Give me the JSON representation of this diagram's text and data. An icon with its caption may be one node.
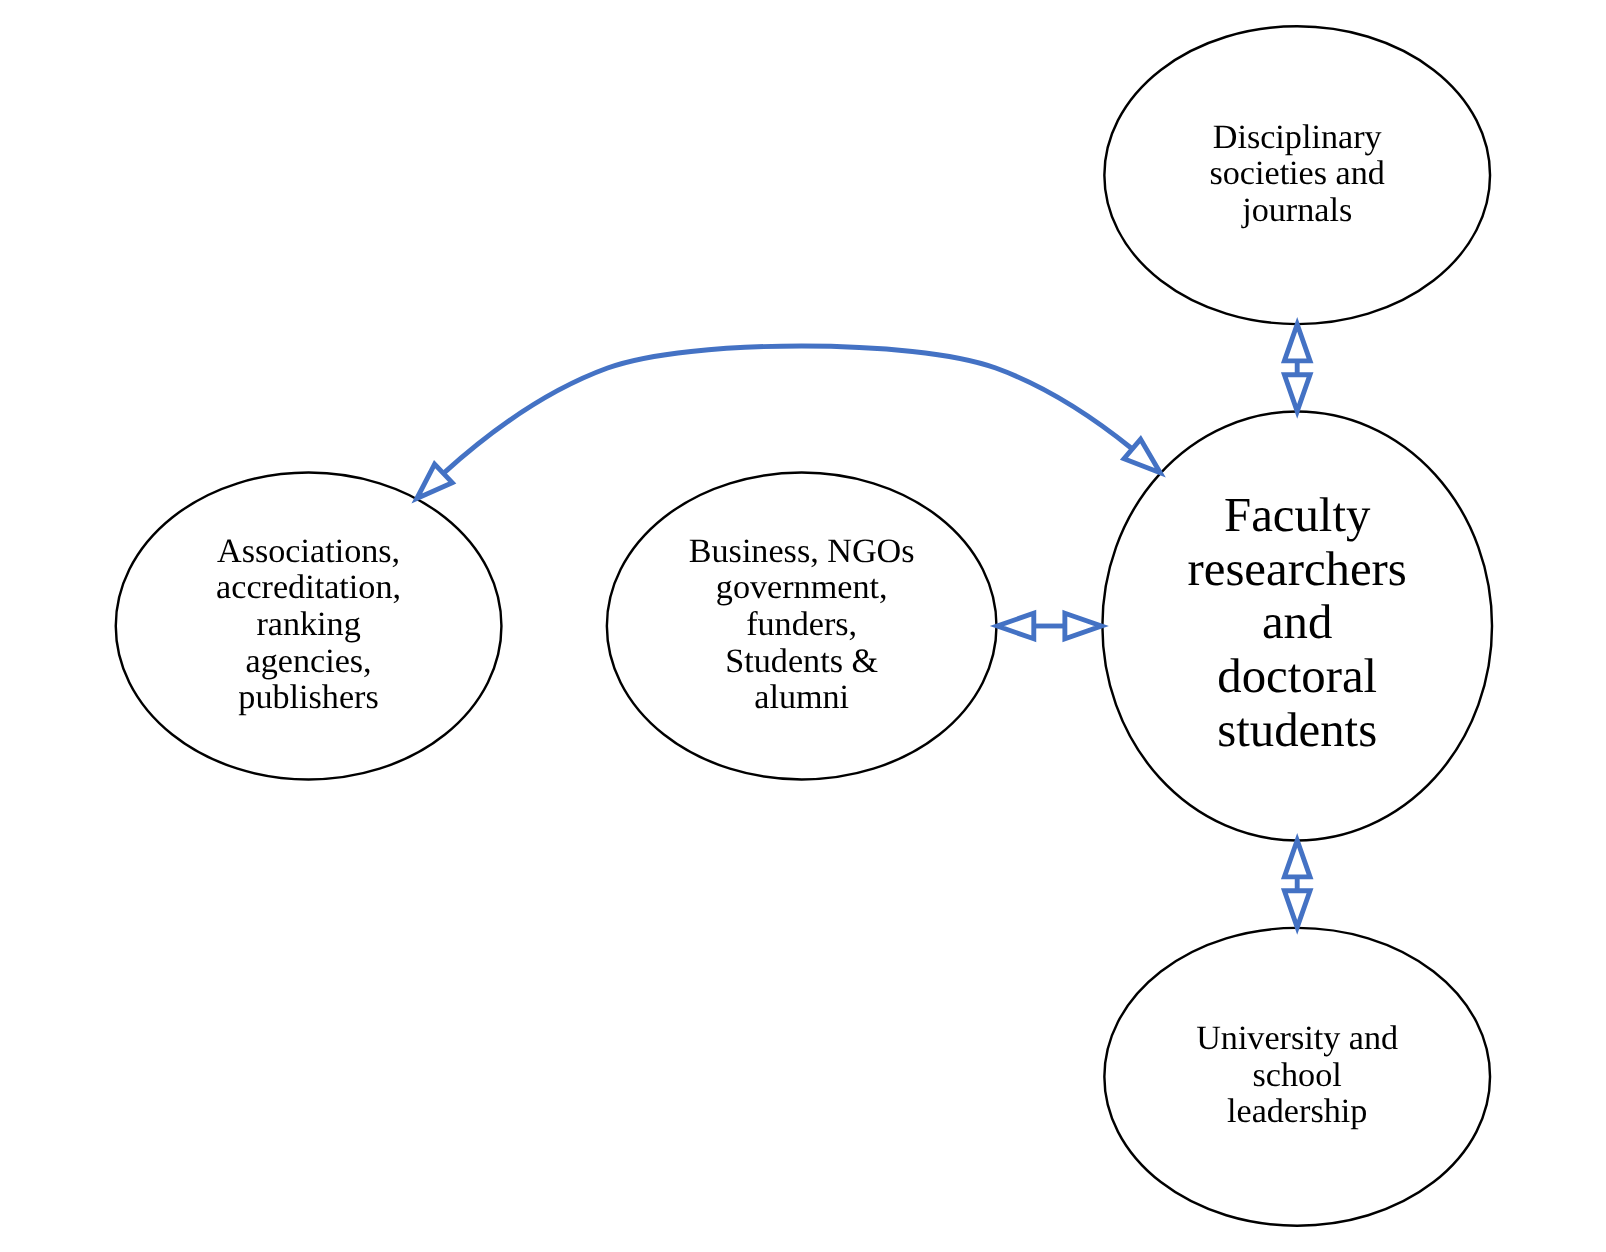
{
  "diagram": {
    "nodes": [
      {
        "text": [
          "Disciplinary societies and journals"
        ]
      },
      {
        "text": [
          "Associations, accreditation, ranking agencies, publishers"
        ]
      },
      {
        "text": [
          "Faculty researchers and doctoral students"
        ]
      },
      {
        "text": [
          "Business, NGOs government, funders,",
          "Students & alumni"
        ]
      },
      {
        "text": [
          "University and school leadership"
        ]
      }
    ],
    "edges": [
      {
        "from": 0,
        "to": 2,
        "arrow": "both",
        "color": "#4472c4"
      },
      {
        "from": 1,
        "to": 2,
        "arrow": "both",
        "color": "#4472c4"
      },
      {
        "from": 3,
        "to": 2,
        "arrow": "both",
        "color": "#4472c4"
      },
      {
        "from": 2,
        "to": 4,
        "arrow": "both",
        "color": "#4472c4"
      }
    ]
  }
}
